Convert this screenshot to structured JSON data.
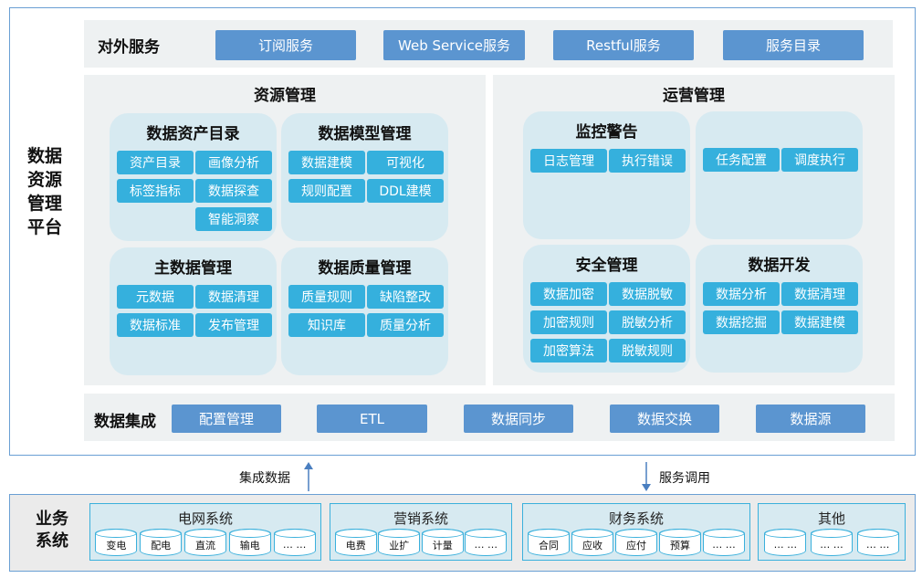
{
  "platform": {
    "label": "数据资源管理平台",
    "label_lines": [
      "数据",
      "资源",
      "管理",
      "平台"
    ]
  },
  "external": {
    "title": "对外服务",
    "buttons": [
      "订阅服务",
      "Web Service服务",
      "Restful服务",
      "服务目录"
    ]
  },
  "resource": {
    "title": "资源管理",
    "cards": [
      {
        "title": "数据资产目录",
        "items": [
          "资产目录",
          "画像分析",
          "标签指标",
          "数据探查",
          "智能洞察"
        ]
      },
      {
        "title": "数据模型管理",
        "items": [
          "数据建模",
          "可视化",
          "规则配置",
          "DDL建模"
        ]
      },
      {
        "title": "主数据管理",
        "items": [
          "元数据",
          "数据清理",
          "数据标准",
          "发布管理"
        ]
      },
      {
        "title": "数据质量管理",
        "items": [
          "质量规则",
          "缺陷整改",
          "知识库",
          "质量分析"
        ]
      }
    ]
  },
  "operation": {
    "title": "运营管理",
    "cards": [
      {
        "title": "监控警告",
        "items": [
          "日志管理",
          "执行错误"
        ]
      },
      {
        "title": "",
        "items": [
          "任务配置",
          "调度执行"
        ]
      },
      {
        "title": "安全管理",
        "items": [
          "数据加密",
          "数据脱敏",
          "加密规则",
          "脱敏分析",
          "加密算法",
          "脱敏规则"
        ]
      },
      {
        "title": "数据开发",
        "items": [
          "数据分析",
          "数据清理",
          "数据挖掘",
          "数据建模"
        ]
      }
    ]
  },
  "integration": {
    "title": "数据集成",
    "buttons": [
      "配置管理",
      "ETL",
      "数据同步",
      "数据交换",
      "数据源"
    ]
  },
  "arrows": {
    "up_label": "集成数据",
    "down_label": "服务调用"
  },
  "business": {
    "label_lines": [
      "业务",
      "系统"
    ],
    "systems": [
      {
        "title": "电网系统",
        "items": [
          "变电",
          "配电",
          "直流",
          "输电",
          "… …"
        ]
      },
      {
        "title": "营销系统",
        "items": [
          "电费",
          "业扩",
          "计量",
          "… …"
        ]
      },
      {
        "title": "财务系统",
        "items": [
          "合同",
          "应收",
          "应付",
          "预算",
          "… …"
        ]
      },
      {
        "title": "其他",
        "items": [
          "… …",
          "… …",
          "… …"
        ]
      }
    ]
  },
  "colors": {
    "accent_dark": "#5b95d0",
    "accent_light": "#35b0dd",
    "card_bg": "#d7eaf1",
    "border": "#6a9fd4"
  }
}
